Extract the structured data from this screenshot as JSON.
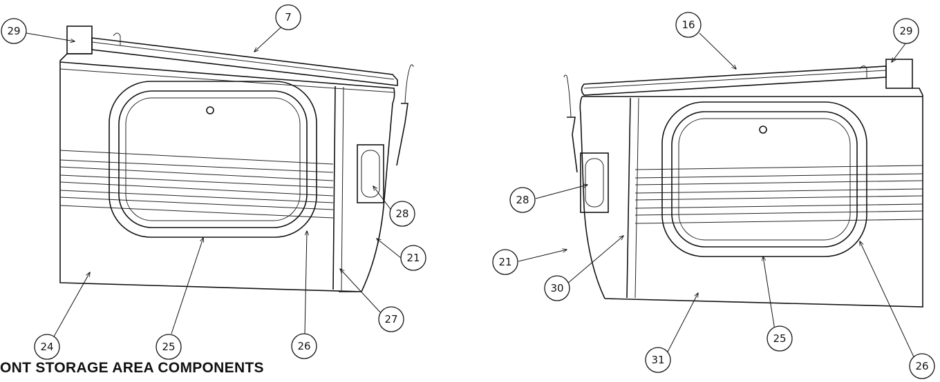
{
  "caption": "ONT STORAGE AREA COMPONENTS",
  "colors": {
    "line": "#111111",
    "background": "#ffffff"
  },
  "callouts": {
    "left": {
      "c29": "29",
      "c7": "7",
      "c28": "28",
      "c21": "21",
      "c27": "27",
      "c26": "26",
      "c25": "25",
      "c24": "24"
    },
    "right": {
      "c16": "16",
      "c29": "29",
      "c28": "28",
      "c21": "21",
      "c30": "30",
      "c31": "31",
      "c25": "25",
      "c26": "26"
    }
  }
}
